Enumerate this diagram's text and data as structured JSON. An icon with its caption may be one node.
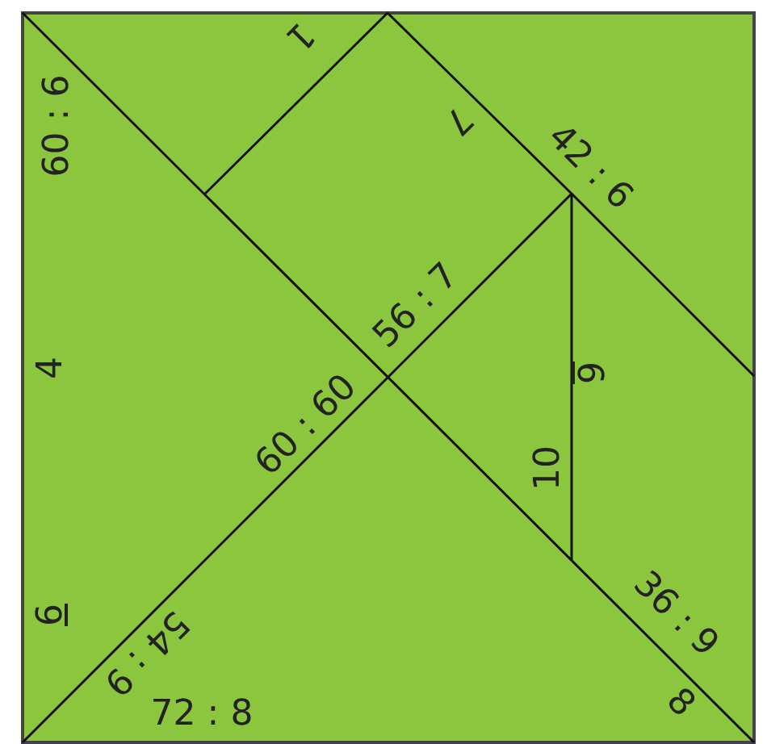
{
  "diagram": {
    "labels": [
      "1",
      "7",
      "60 : 6",
      "42 : 6",
      "56 : 7",
      "4",
      "6",
      "60 : 60",
      "10",
      "6",
      "36 : 9",
      "54 : 9",
      "72 : 8",
      "8"
    ]
  }
}
